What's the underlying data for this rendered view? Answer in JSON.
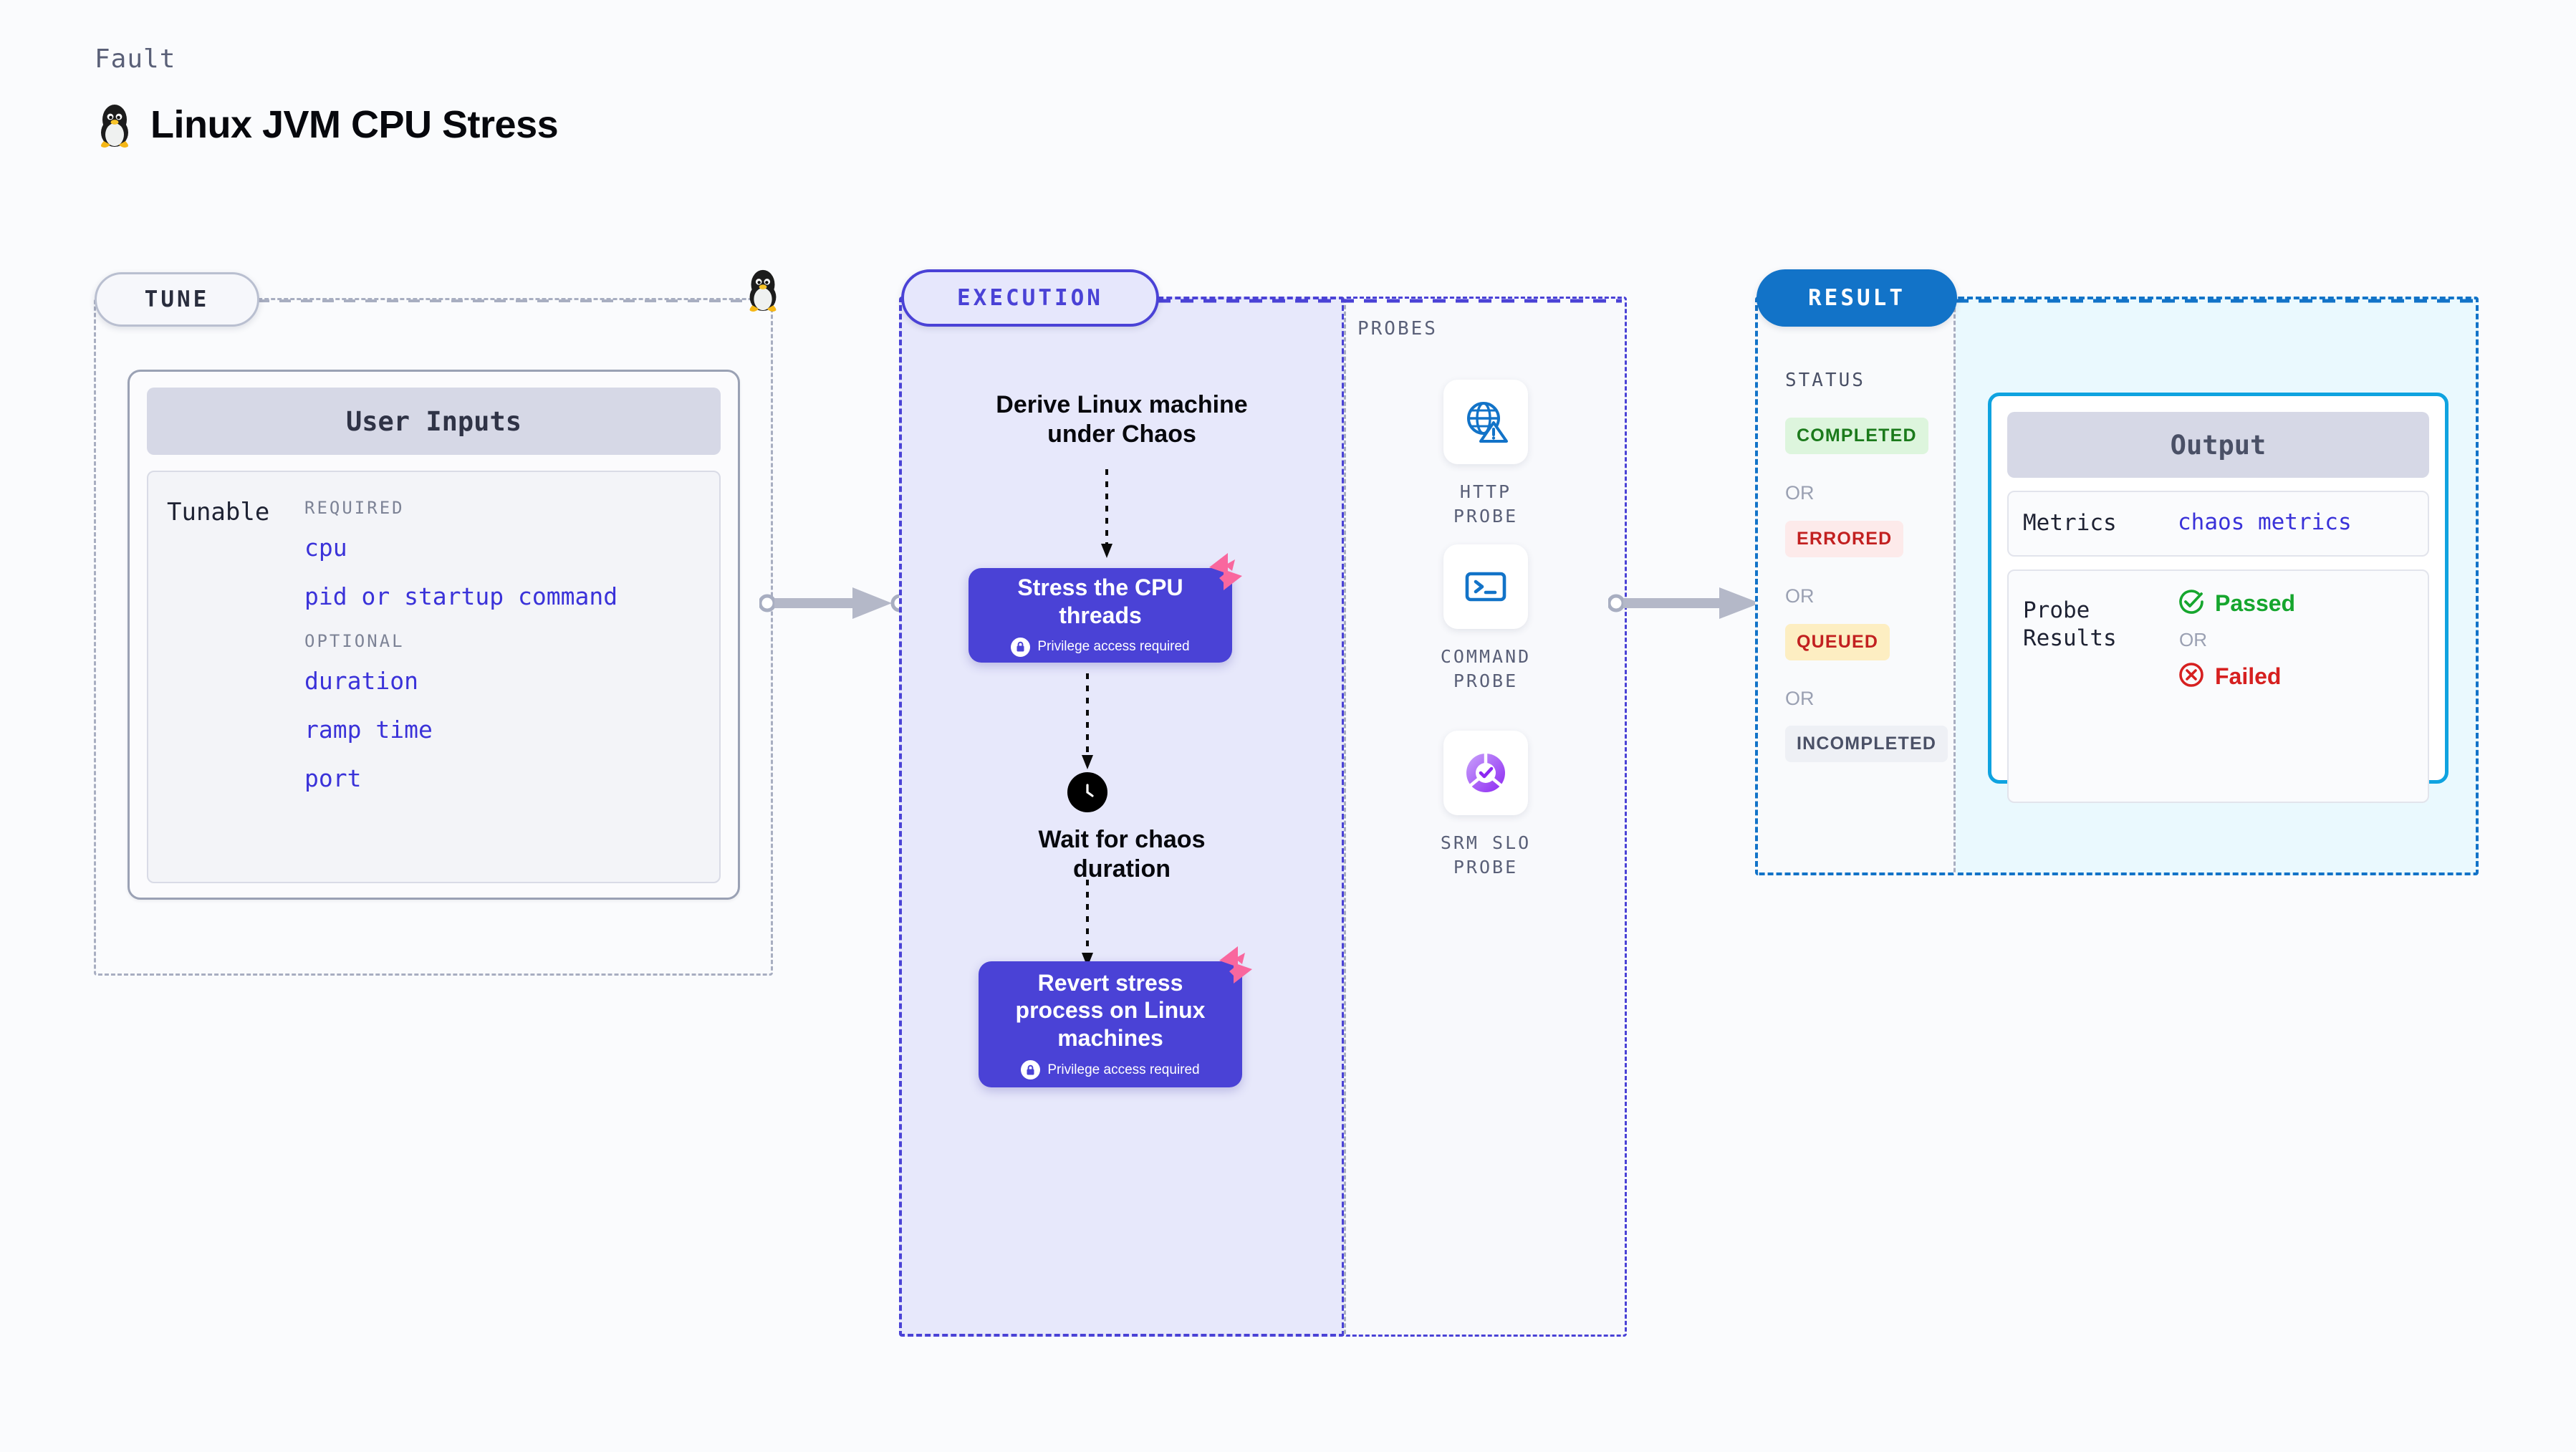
{
  "header": {
    "eyebrow": "Fault",
    "title": "Linux JVM CPU Stress",
    "icon": "linux-penguin-icon"
  },
  "tune": {
    "pill_label": "TUNE",
    "card_header": "User Inputs",
    "tunable_label": "Tunable",
    "groups": [
      {
        "title": "REQUIRED",
        "items": [
          "cpu",
          "pid or startup command"
        ]
      },
      {
        "title": "OPTIONAL",
        "items": [
          "duration",
          "ramp time",
          "port"
        ]
      }
    ]
  },
  "execution": {
    "pill_label": "EXECUTION",
    "nodes": [
      {
        "type": "text",
        "label": "Derive Linux machine under Chaos"
      },
      {
        "type": "card",
        "label": "Stress the CPU threads",
        "privilege": "Privilege access required",
        "badge": "harness-logo-icon"
      },
      {
        "type": "wait",
        "label": "Wait for chaos duration",
        "icon": "clock-icon"
      },
      {
        "type": "card",
        "label": "Revert stress process on Linux machines",
        "privilege": "Privilege access required",
        "badge": "harness-logo-icon"
      }
    ]
  },
  "probes": {
    "section_label": "PROBES",
    "items": [
      {
        "label": "HTTP PROBE",
        "icon": "globe-warning-icon"
      },
      {
        "label": "COMMAND PROBE",
        "icon": "terminal-icon"
      },
      {
        "label": "SRM SLO PROBE",
        "icon": "srm-slo-check-icon"
      }
    ]
  },
  "result": {
    "pill_label": "RESULT",
    "status_label": "STATUS",
    "or_label": "OR",
    "statuses": [
      {
        "label": "COMPLETED",
        "bg": "#ddf5dd",
        "fg": "#1b7a1b"
      },
      {
        "label": "ERRORED",
        "bg": "#fdeaea",
        "fg": "#c22020"
      },
      {
        "label": "QUEUED",
        "bg": "#fdeec2",
        "fg": "#c22020"
      },
      {
        "label": "INCOMPLETED",
        "bg": "#eef0f5",
        "fg": "#4a5066"
      }
    ],
    "output": {
      "header": "Output",
      "metrics_key": "Metrics",
      "metrics_value": "chaos metrics",
      "probe_results_key": "Probe Results",
      "passed_label": "Passed",
      "failed_label": "Failed",
      "or_label": "OR"
    }
  },
  "colors": {
    "indigo": "#4a42d6",
    "blue": "#1273c8",
    "cyan": "#0fa3e0",
    "pink": "#f9679e",
    "green": "#16a62e",
    "red": "#d62020",
    "mono_blue": "#3a32d9"
  }
}
